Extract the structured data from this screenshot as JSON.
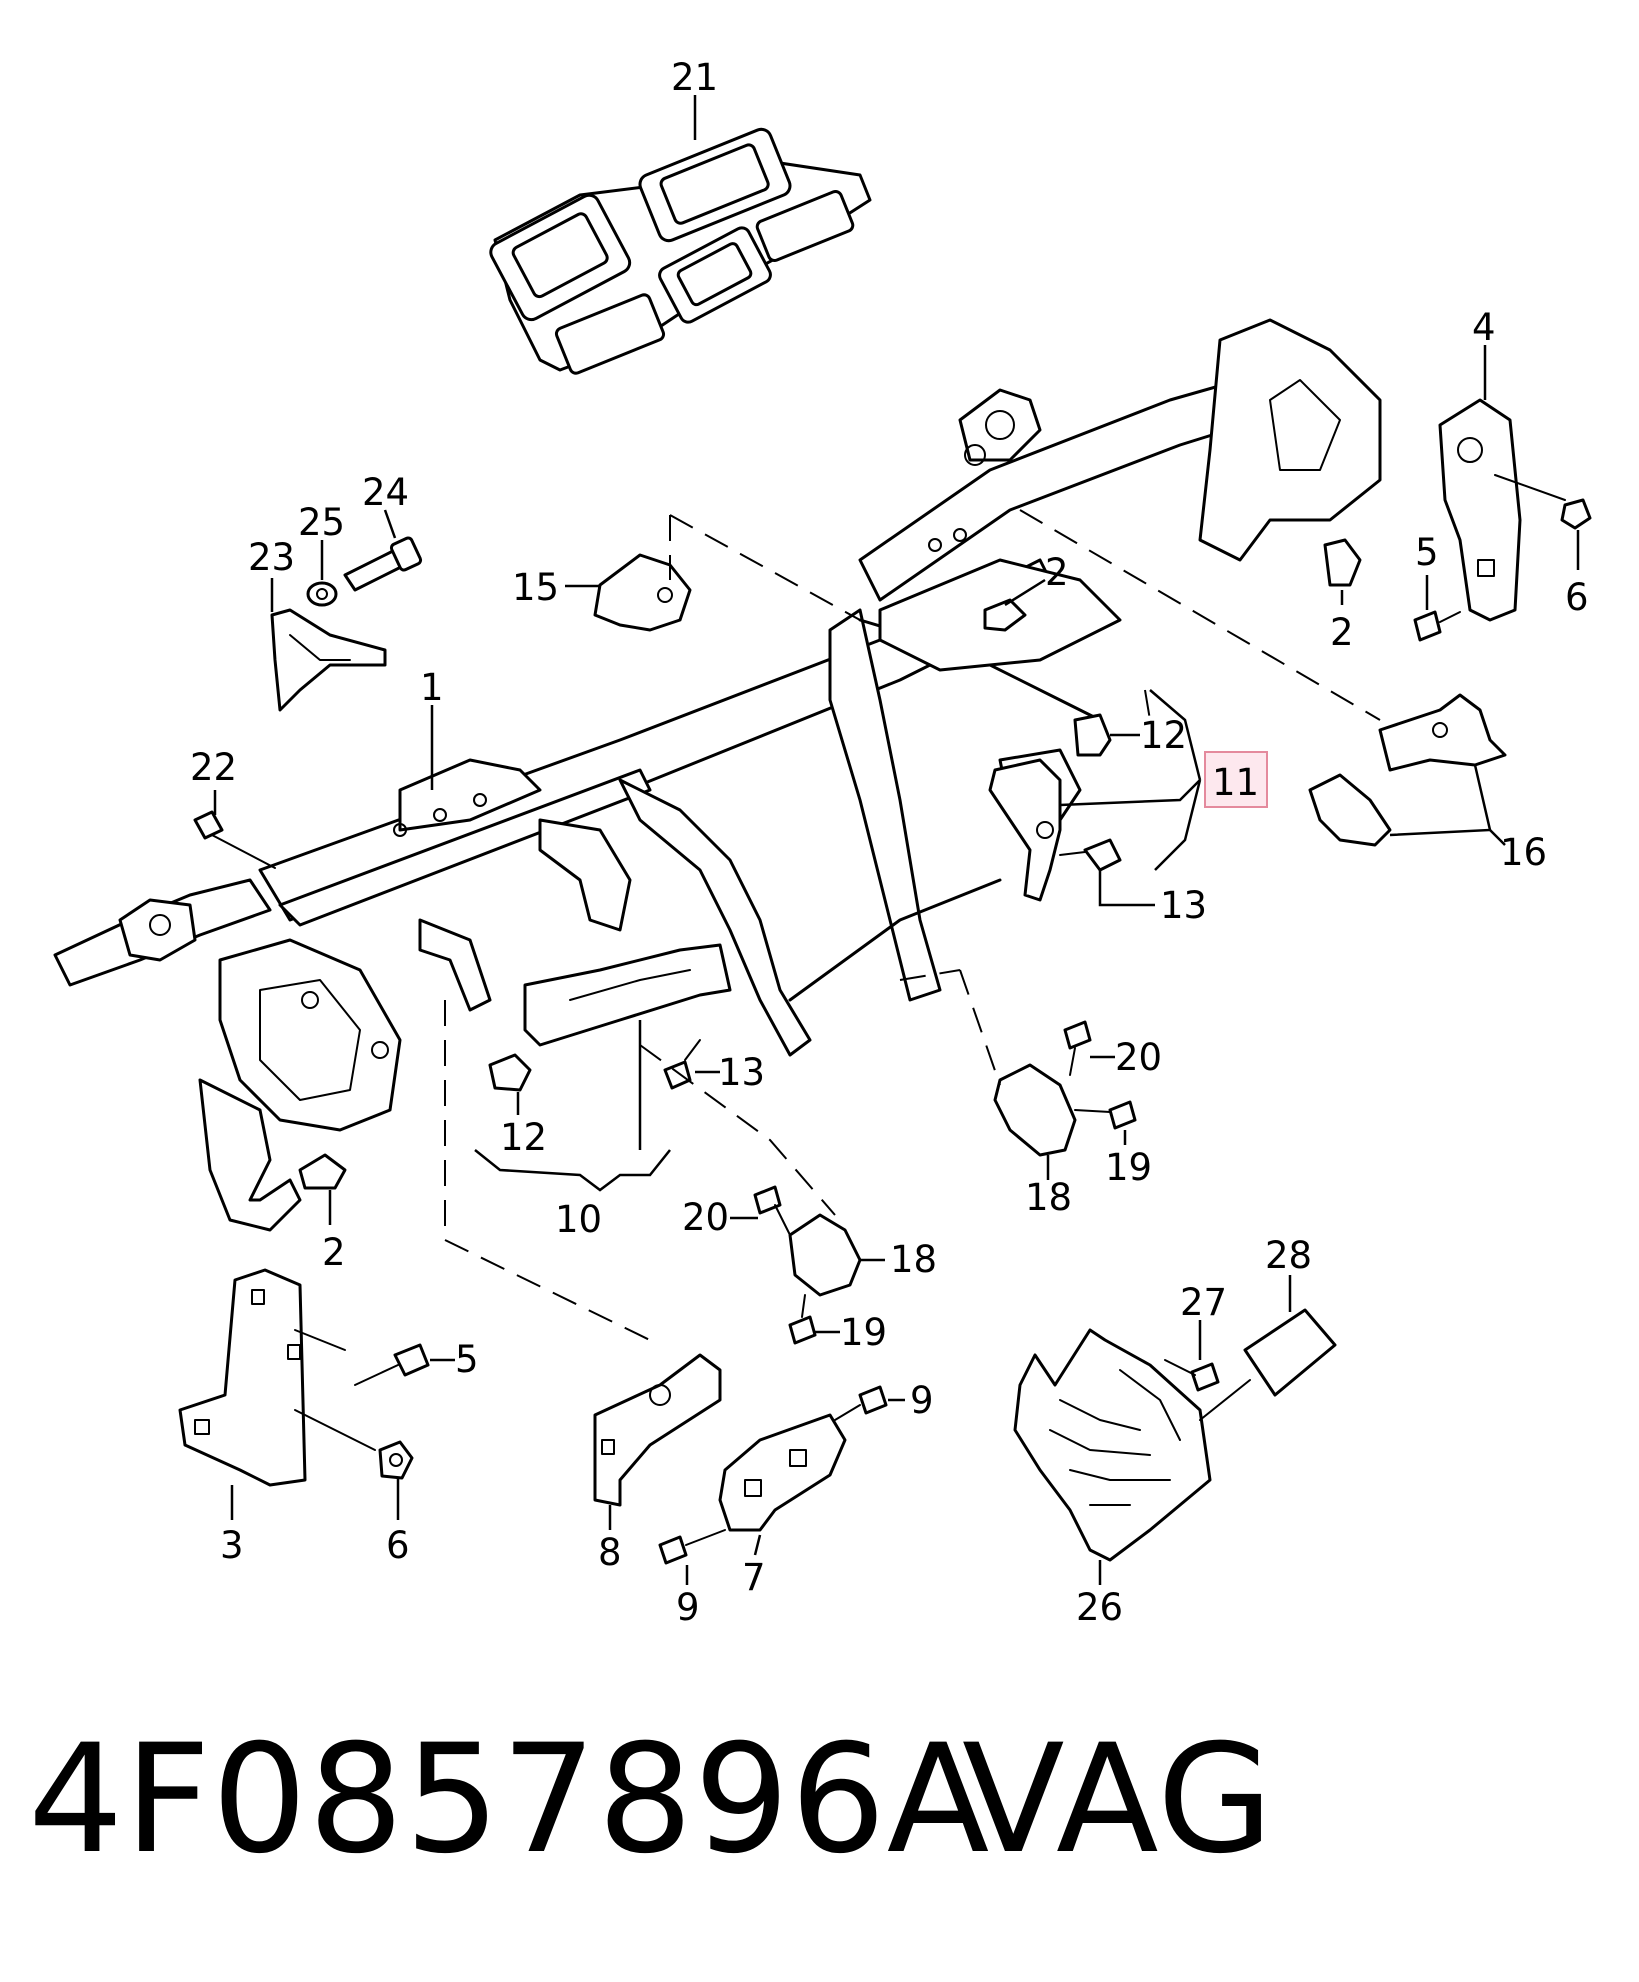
{
  "diagram": {
    "callouts": {
      "c1": "1",
      "c2a": "2",
      "c2b": "2",
      "c2c": "2",
      "c3": "3",
      "c4": "4",
      "c5a": "5",
      "c5b": "5",
      "c6a": "6",
      "c6b": "6",
      "c7": "7",
      "c8": "8",
      "c9a": "9",
      "c9b": "9",
      "c10": "10",
      "c11": "11",
      "c12a": "12",
      "c12b": "12",
      "c13a": "13",
      "c13b": "13",
      "c15": "15",
      "c16": "16",
      "c18a": "18",
      "c18b": "18",
      "c19a": "19",
      "c19b": "19",
      "c20a": "20",
      "c20b": "20",
      "c21": "21",
      "c22": "22",
      "c23": "23",
      "c24": "24",
      "c25": "25",
      "c26": "26",
      "c27": "27",
      "c28": "28"
    },
    "highlighted_callout": "11",
    "highlight_color": "#fde8ee",
    "highlight_border_color": "#e48a9d"
  },
  "footer": {
    "part_number": "4F0857896A",
    "brand": "VAG"
  }
}
